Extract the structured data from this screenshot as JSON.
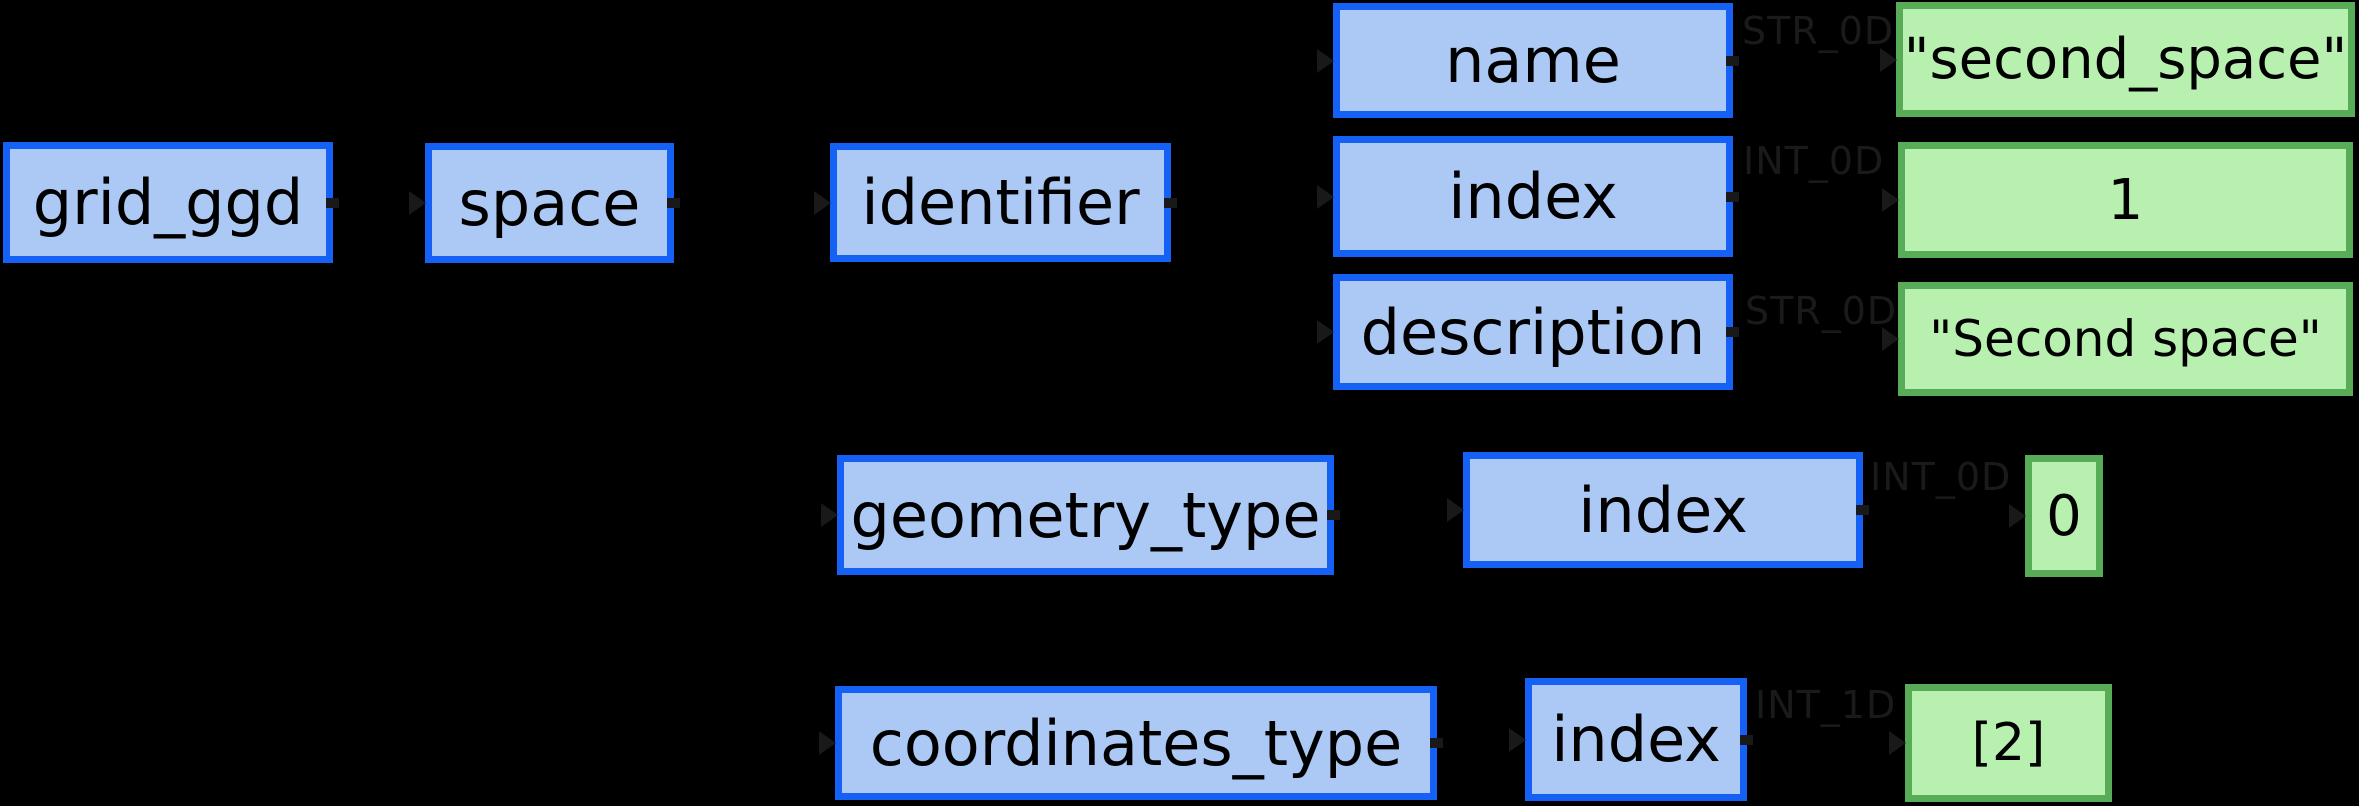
{
  "colors": {
    "background": "#000000",
    "node_border": "#1560f5",
    "node_fill": "#abc9f4",
    "value_border": "#58ac58",
    "value_fill": "#b7f0af",
    "edge_label_text": "#1a1a1a",
    "node_text": "#000000"
  },
  "nodes": {
    "grid_ggd": {
      "label": "grid_ggd"
    },
    "space": {
      "label": "space"
    },
    "identifier": {
      "label": "identifier"
    },
    "name": {
      "label": "name"
    },
    "index_identifier": {
      "label": "index"
    },
    "description": {
      "label": "description"
    },
    "geometry_type": {
      "label": "geometry_type"
    },
    "index_geometry": {
      "label": "index"
    },
    "coordinates_type": {
      "label": "coordinates_type"
    },
    "index_coordinates": {
      "label": "index"
    }
  },
  "values": {
    "name_value": {
      "label": "\"second_space\"",
      "dtype": "STR_0D"
    },
    "index_value": {
      "label": "1",
      "dtype": "INT_0D"
    },
    "description_value": {
      "label": "\"Second space\"",
      "dtype": "STR_0D"
    },
    "geometry_index_value": {
      "label": "0",
      "dtype": "INT_0D"
    },
    "coordinates_index_value": {
      "label": "[2]",
      "dtype": "INT_1D"
    }
  }
}
